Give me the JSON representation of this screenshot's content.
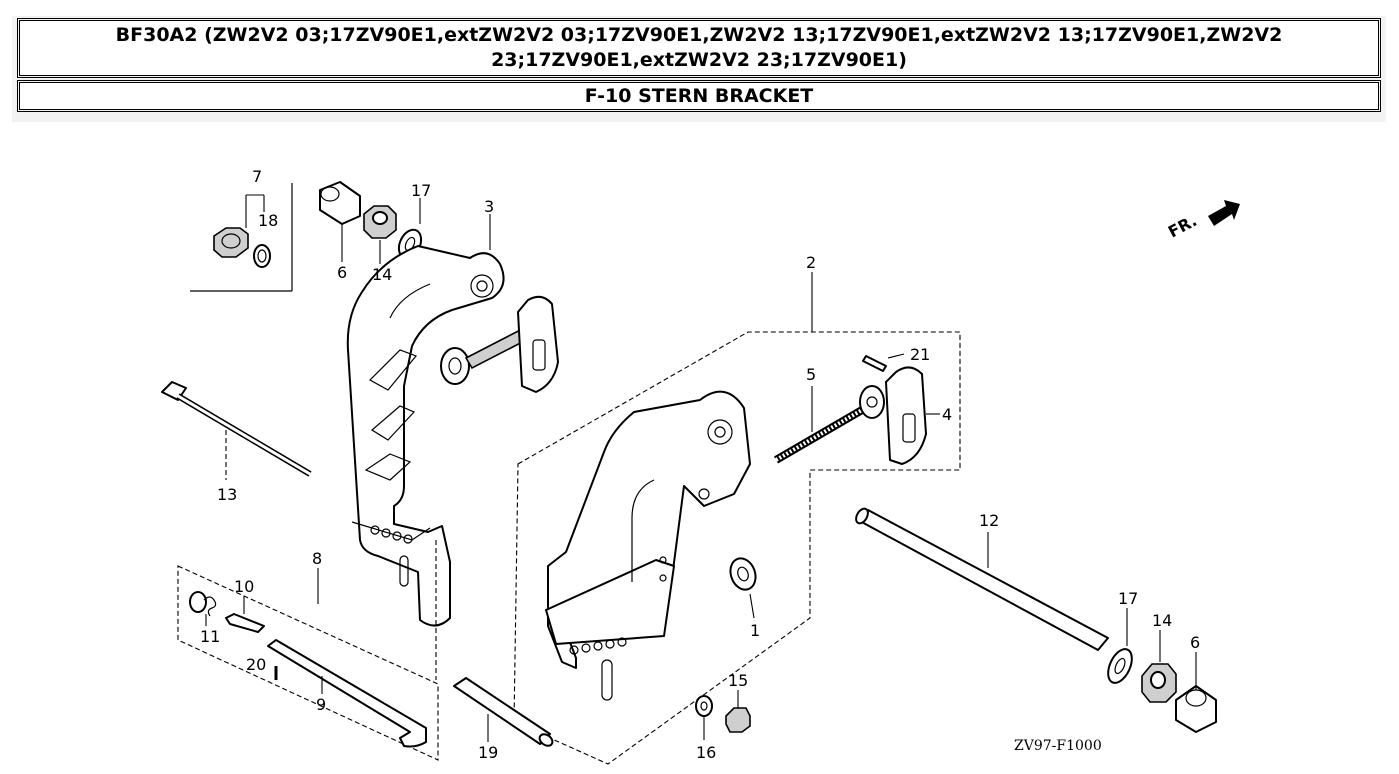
{
  "header": {
    "model_title": "BF30A2 (ZW2V2 03;17ZV90E1,extZW2V2 03;17ZV90E1,ZW2V2 13;17ZV90E1,extZW2V2 13;17ZV90E1,ZW2V2 23;17ZV90E1,extZW2V2 23;17ZV90E1)",
    "section_title": "F-10 STERN BRACKET"
  },
  "diagram": {
    "drawing_code": "ZV97-F1000",
    "front_indicator": "FR.",
    "callouts": {
      "c7": "7",
      "c18": "18",
      "c6a": "6",
      "c14a": "14",
      "c17a": "17",
      "c3": "3",
      "c2": "2",
      "c21": "21",
      "c5": "5",
      "c4": "4",
      "c13": "13",
      "c12": "12",
      "c8": "8",
      "c10": "10",
      "c11": "11",
      "c20": "20",
      "c9": "9",
      "c1": "1",
      "c17b": "17",
      "c14b": "14",
      "c6b": "6",
      "c15": "15",
      "c16": "16",
      "c19": "19"
    }
  }
}
